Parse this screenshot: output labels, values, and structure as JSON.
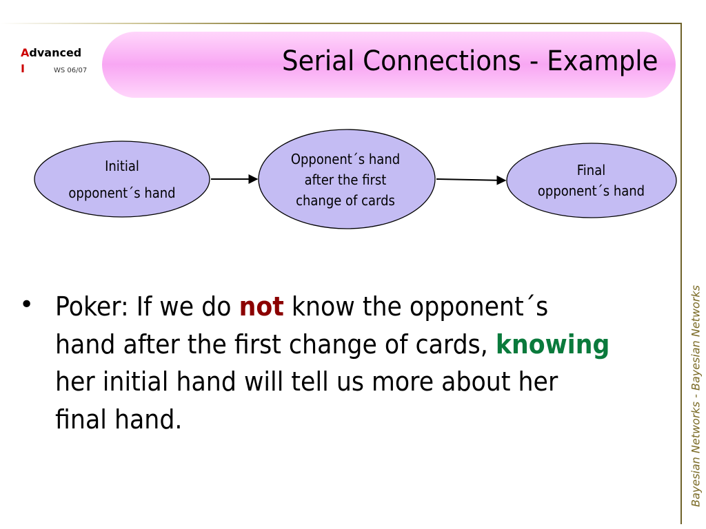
{
  "logo": {
    "first_letter": "A",
    "rest": "dvanced",
    "second_line_letter": "I",
    "semester": "WS 06/07"
  },
  "slide": {
    "title": "Serial Connections - Example",
    "side_text": "Bayesian Networks - Bayesian Networks"
  },
  "diagram": {
    "nodes": [
      {
        "lines": [
          "Initial",
          "opponent´s hand"
        ]
      },
      {
        "lines": [
          "Opponent´s hand",
          "after the first",
          "change of cards"
        ]
      },
      {
        "lines": [
          "Final",
          "opponent´s hand"
        ]
      }
    ]
  },
  "bullet": {
    "part1": "Poker: If we do ",
    "not": "not",
    "part2": " know the opponent´s hand after the first change of cards, ",
    "knowing": "knowing",
    "part3": " her initial hand will tell us more about her final hand."
  },
  "colors": {
    "node_fill": "#c4bcf3",
    "not_color": "#8b0000",
    "knowing_color": "#0a7a3c",
    "title_banner": "#f8a7f3"
  }
}
